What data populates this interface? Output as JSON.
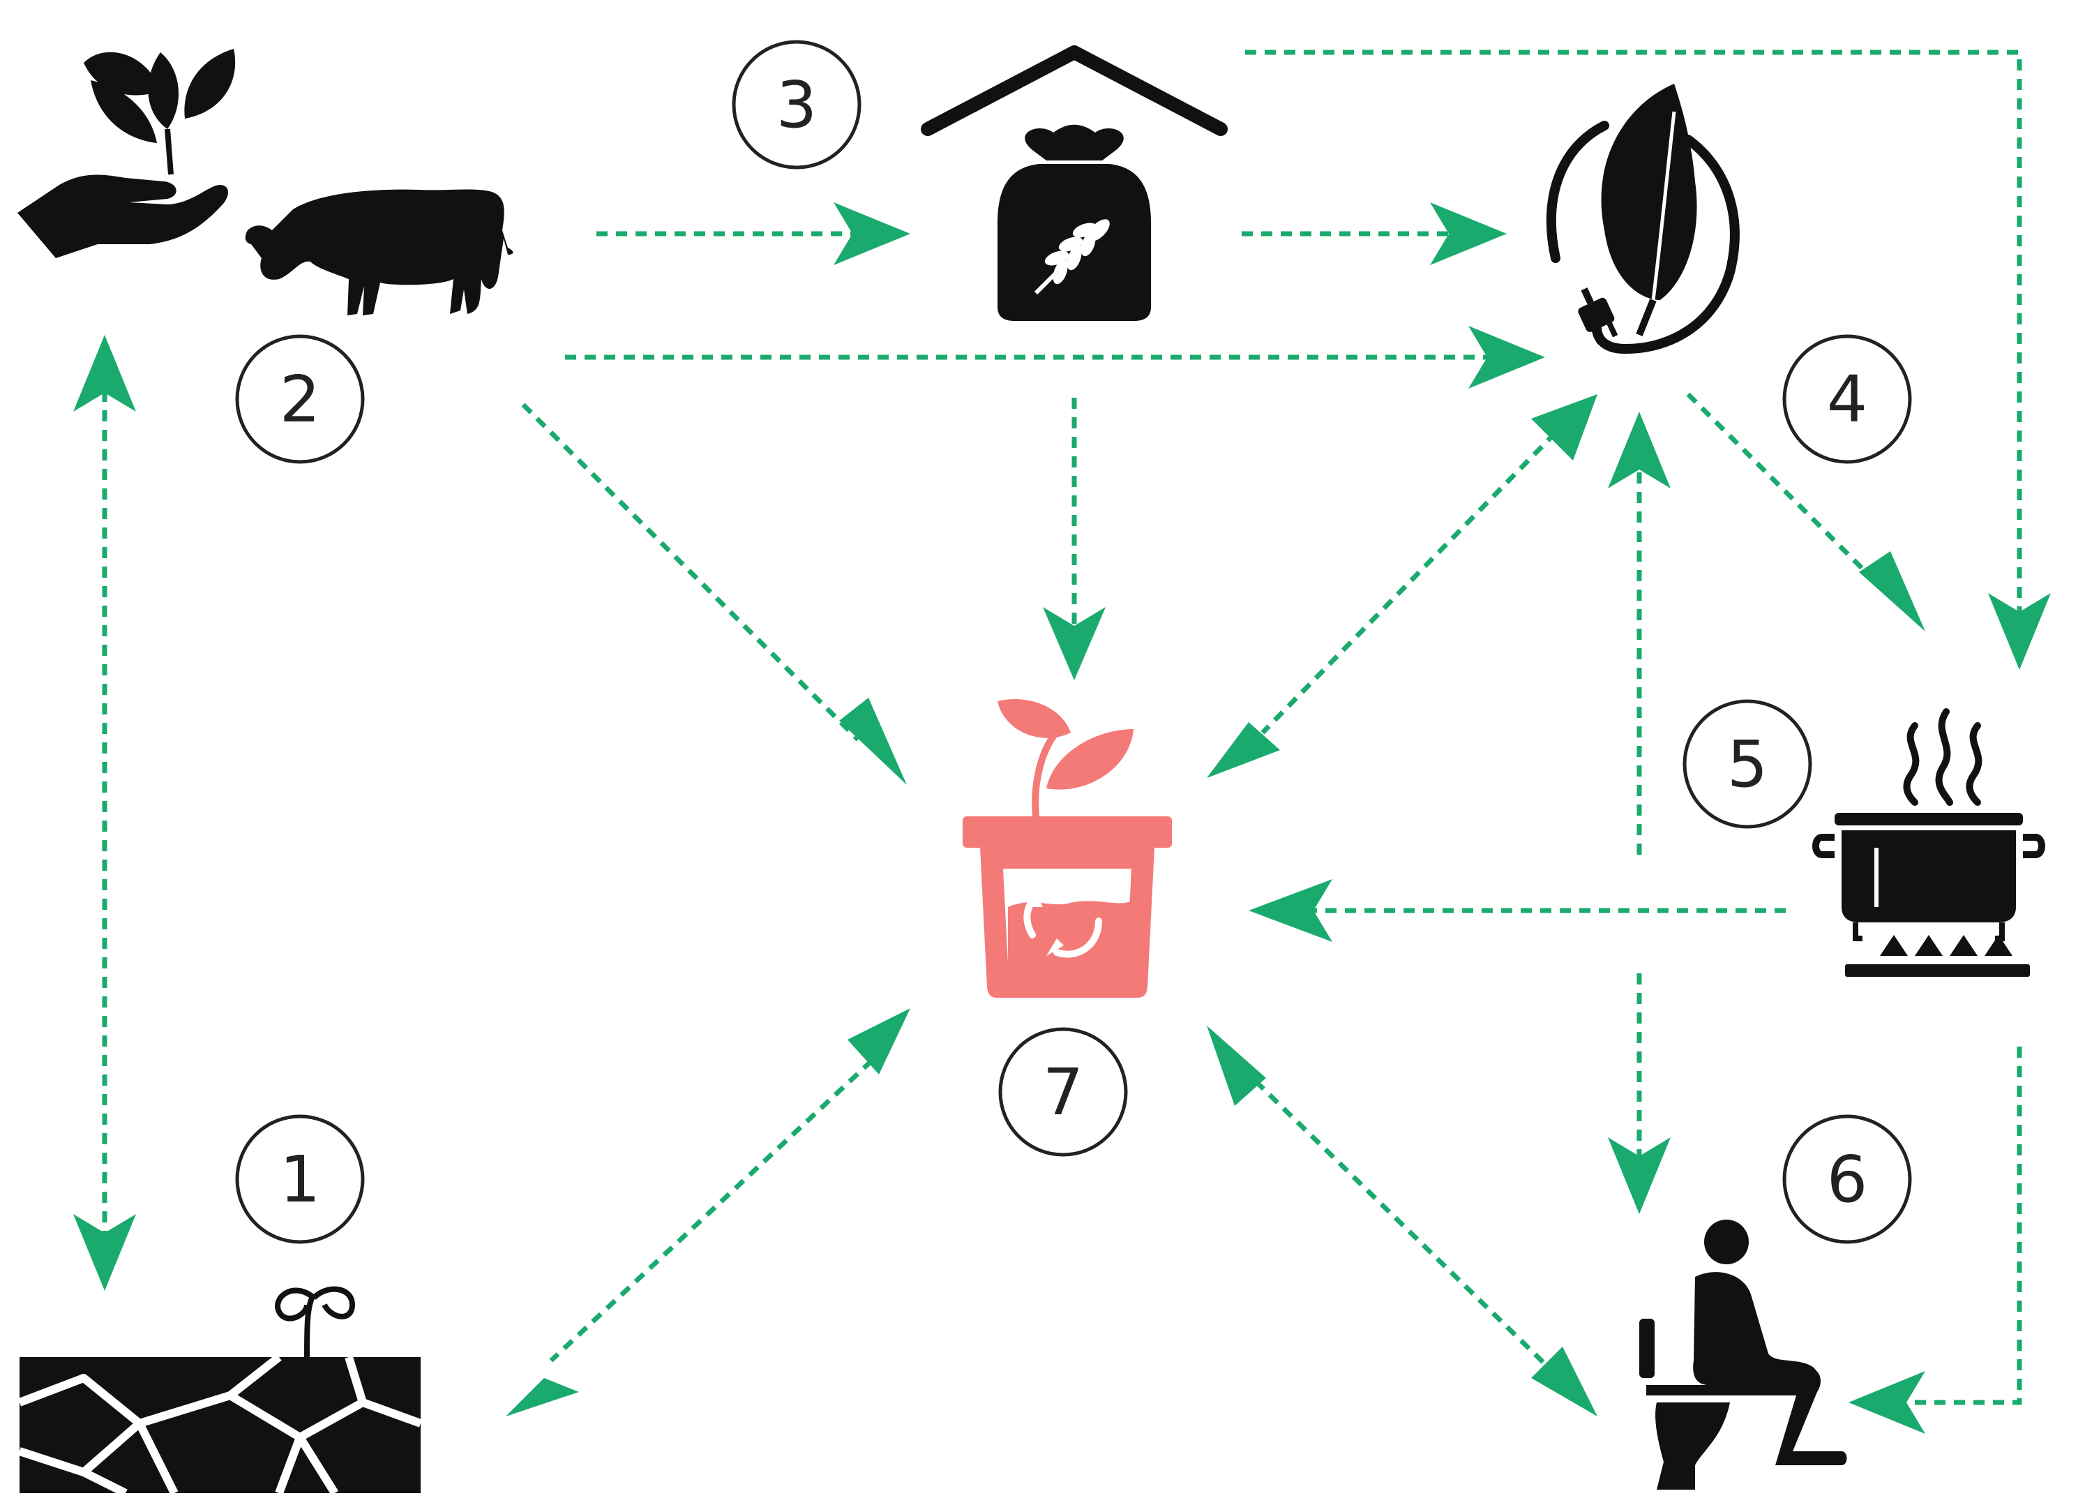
{
  "colors": {
    "arrow": "#1aaa6e",
    "icon": "#111111",
    "compost": "#f47a78",
    "circle_stroke": "#222222"
  },
  "nodes": [
    {
      "id": "soil",
      "label": "1",
      "icon": "cracked-soil-sprout-icon"
    },
    {
      "id": "production",
      "label": "2",
      "icon": "hand-plant-and-cow-icon"
    },
    {
      "id": "storage",
      "label": "3",
      "icon": "grain-sack-storage-icon"
    },
    {
      "id": "bioenergy",
      "label": "4",
      "icon": "leaf-plug-bioenergy-icon"
    },
    {
      "id": "cooking",
      "label": "5",
      "icon": "cooking-pot-stove-icon"
    },
    {
      "id": "toilet",
      "label": "6",
      "icon": "person-on-toilet-icon"
    },
    {
      "id": "compost",
      "label": "7",
      "icon": "compost-pot-recycle-icon"
    }
  ],
  "flows": [
    {
      "from": "production",
      "to": "storage",
      "direction": "one-way"
    },
    {
      "from": "storage",
      "to": "bioenergy",
      "direction": "one-way"
    },
    {
      "from": "production",
      "to": "bioenergy",
      "direction": "one-way"
    },
    {
      "from": "storage",
      "to": "cooking",
      "direction": "one-way"
    },
    {
      "from": "production",
      "to": "compost",
      "direction": "one-way"
    },
    {
      "from": "storage",
      "to": "compost",
      "direction": "one-way"
    },
    {
      "from": "bioenergy",
      "to": "compost",
      "direction": "two-way"
    },
    {
      "from": "bioenergy",
      "to": "cooking",
      "direction": "one-way"
    },
    {
      "from": "cooking",
      "to": "bioenergy",
      "direction": "one-way"
    },
    {
      "from": "cooking",
      "to": "compost",
      "direction": "one-way"
    },
    {
      "from": "cooking",
      "to": "toilet",
      "direction": "one-way"
    },
    {
      "from": "compost",
      "to": "toilet",
      "direction": "two-way"
    },
    {
      "from": "compost",
      "to": "soil",
      "direction": "two-way"
    },
    {
      "from": "production",
      "to": "soil",
      "direction": "two-way"
    }
  ]
}
